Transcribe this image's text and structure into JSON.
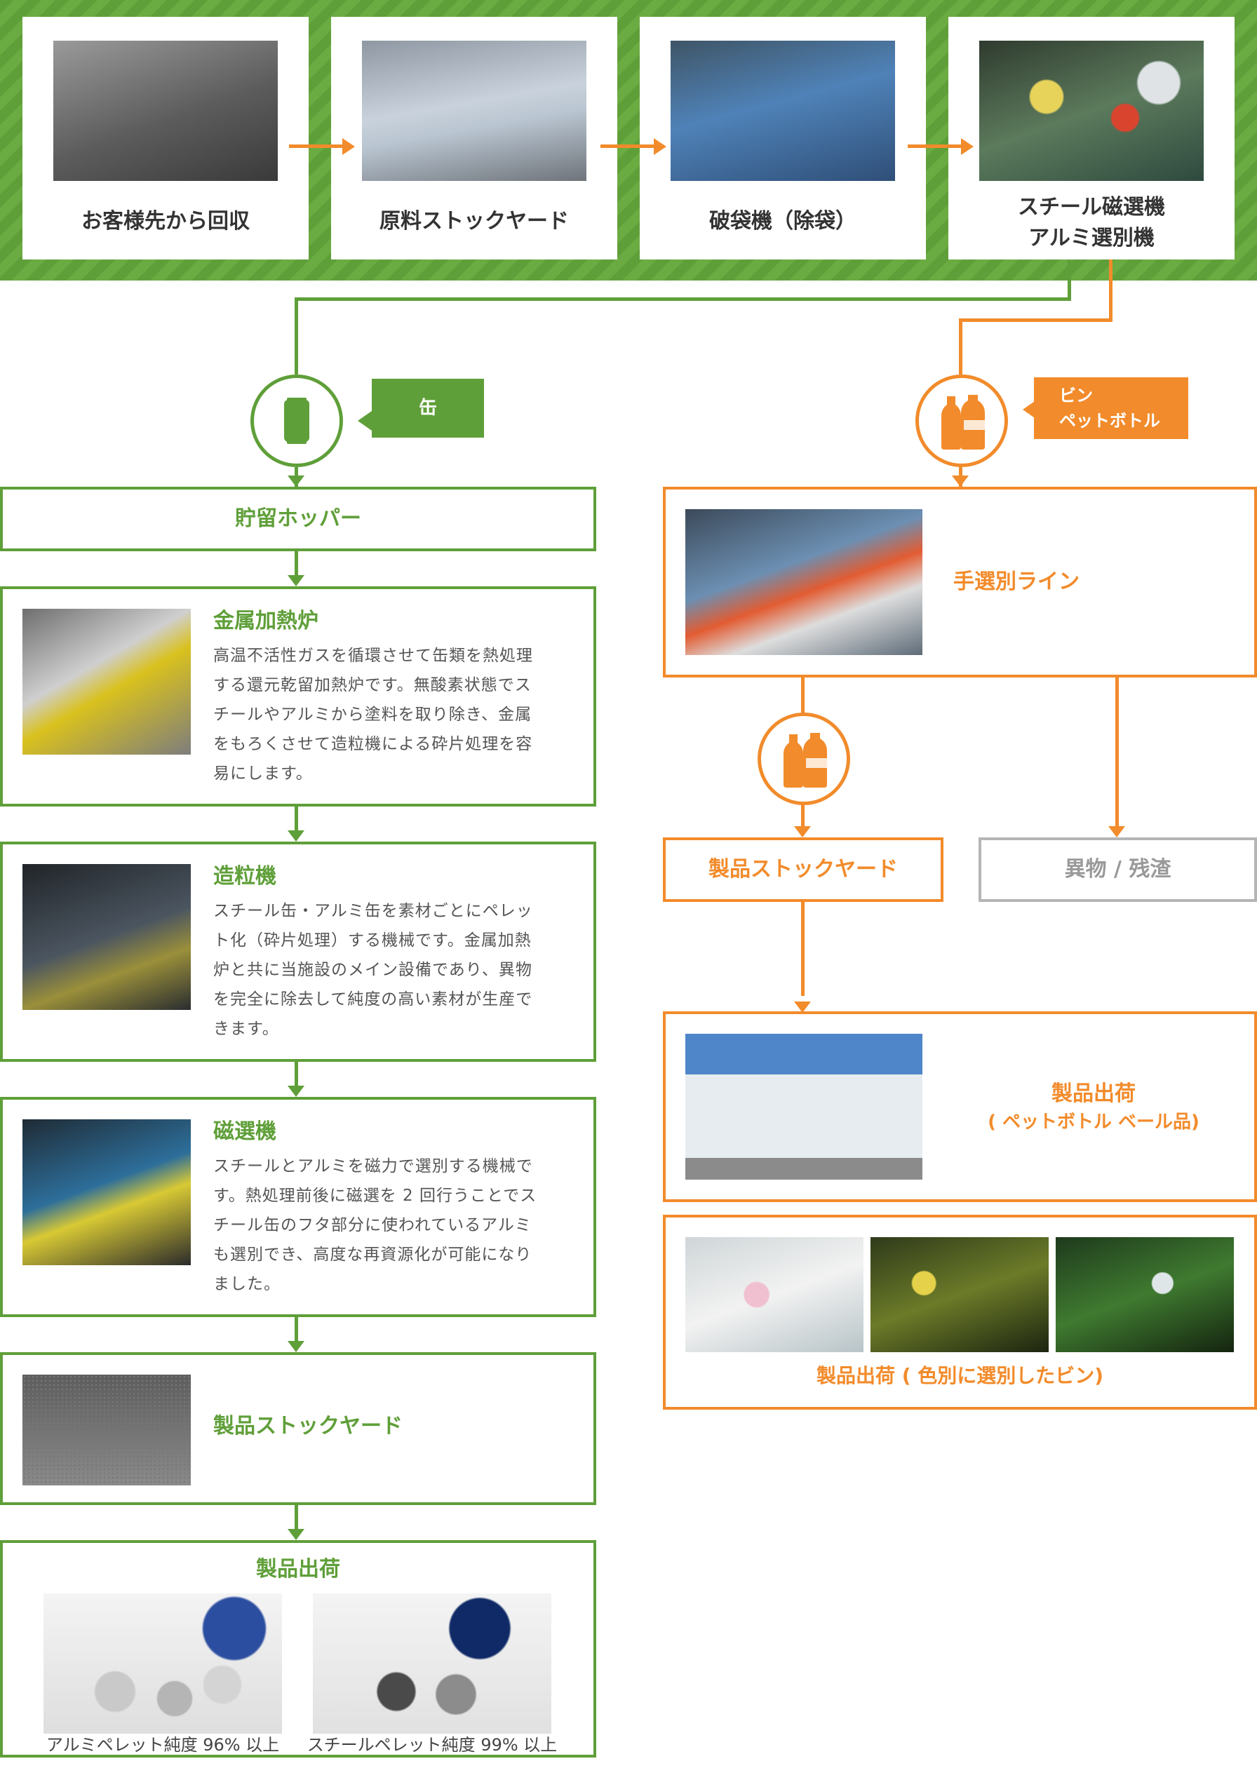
{
  "top_flow": {
    "steps": [
      {
        "label": "お客様先から回収"
      },
      {
        "label": "原料ストックヤード"
      },
      {
        "label": "破袋機（除袋）"
      },
      {
        "label_line1": "スチール磁選機",
        "label_line2": "アルミ選別機"
      }
    ]
  },
  "can_branch": {
    "tag": "缶",
    "steps": [
      {
        "title": "貯留ホッパー"
      },
      {
        "title": "金属加熱炉",
        "desc": [
          "高温不活性ガスを循環させて缶類を熱処理",
          "する還元乾留加熱炉です。無酸素状態でス",
          "チールやアルミから塗料を取り除き、金属",
          "をもろくさせて造粒機による砕片処理を容",
          "易にします。"
        ]
      },
      {
        "title": "造粒機",
        "desc": [
          "スチール缶・アルミ缶を素材ごとにペレッ",
          "ト化（砕片処理）する機械です。金属加熱",
          "炉と共に当施設のメイン設備であり、異物",
          "を完全に除去して純度の高い素材が生産で",
          "きます。"
        ]
      },
      {
        "title": "磁選機",
        "desc": [
          "スチールとアルミを磁力で選別する機械で",
          "す。熱処理前後に磁選を 2 回行うことでス",
          "チール缶のフタ部分に使われているアルミ",
          "も選別でき、高度な再資源化が可能になり",
          "ました。"
        ]
      },
      {
        "title": "製品ストックヤード"
      },
      {
        "title": "製品出荷",
        "captions": [
          "アルミペレット純度 96% 以上",
          "スチールペレット純度 99% 以上"
        ]
      }
    ]
  },
  "bottle_branch": {
    "tag_line1": "ビン",
    "tag_line2": "ペットボトル",
    "sort_line": "手選別ライン",
    "stockyard": "製品ストックヤード",
    "residue": "異物 / 残渣",
    "ship_pet_line1": "製品出荷",
    "ship_pet_line2": "( ペットボトル  ベール品)",
    "ship_bottle": "製品出荷 ( 色別に選別したビン)"
  },
  "colors": {
    "green": "#5f9f39",
    "orange": "#f28b2b",
    "gray": "#b5b5b5"
  }
}
